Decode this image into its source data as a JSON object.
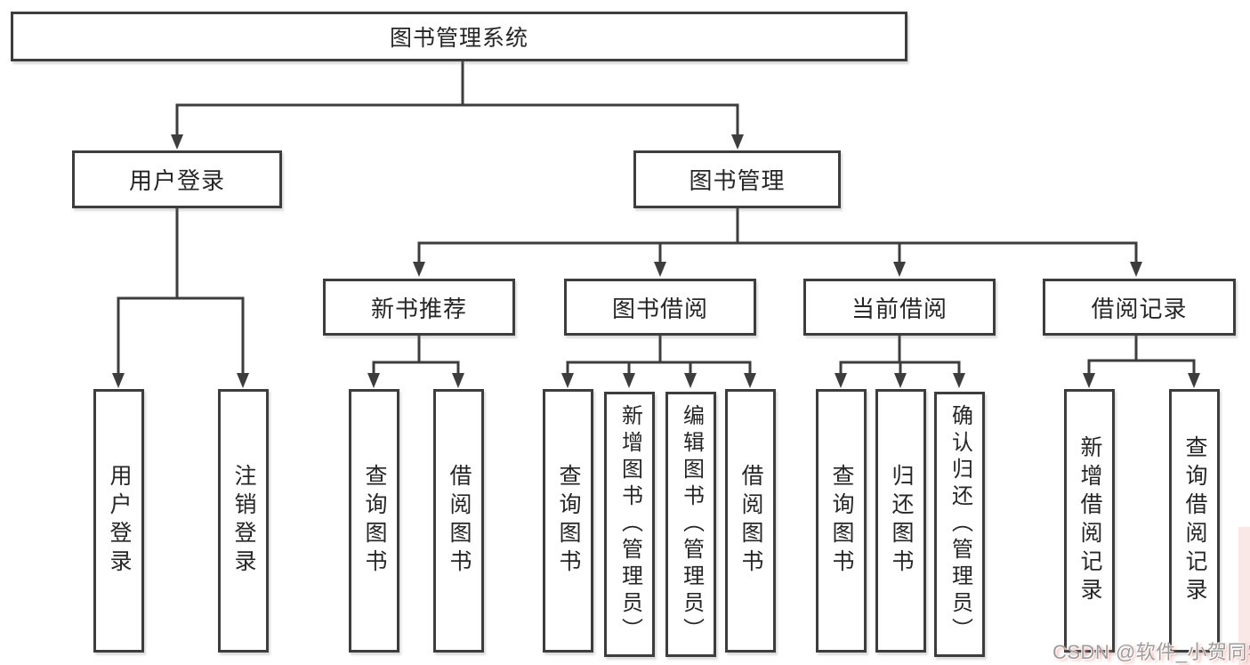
{
  "diagram": {
    "root": {
      "label": "图书管理系统"
    },
    "branches": [
      {
        "label": "用户登录",
        "children": [
          {
            "label": "用户登录"
          },
          {
            "label": "注销登录"
          }
        ]
      },
      {
        "label": "图书管理",
        "children": [
          {
            "label": "新书推荐",
            "children": [
              {
                "label": "查询图书"
              },
              {
                "label": "借阅图书"
              }
            ]
          },
          {
            "label": "图书借阅",
            "children": [
              {
                "label": "查询图书"
              },
              {
                "label": "新增图书（管理员）"
              },
              {
                "label": "编辑图书（管理员）"
              },
              {
                "label": "借阅图书"
              }
            ]
          },
          {
            "label": "当前借阅",
            "children": [
              {
                "label": "查询图书"
              },
              {
                "label": "归还图书"
              },
              {
                "label": "确认归还（管理员）"
              }
            ]
          },
          {
            "label": "借阅记录",
            "children": [
              {
                "label": "新增借阅记录"
              },
              {
                "label": "查询借阅记录"
              }
            ]
          }
        ]
      }
    ]
  },
  "watermark": {
    "text": "CSDN @软件_小贺同学"
  },
  "colors": {
    "background": "#ffffff",
    "line": "#3d3d3d",
    "box_border": "#3d3d3d",
    "text": "#262626",
    "watermark_gray": "#949494",
    "watermark_pink": "#f88c82",
    "edge_strip_pink": "#f6d6d2"
  }
}
